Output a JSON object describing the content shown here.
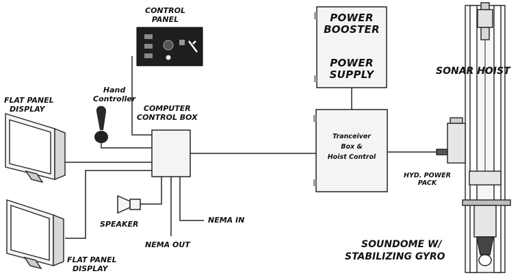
{
  "labels": {
    "control_panel": [
      "CONTROL",
      "PANEL"
    ],
    "hand_controller": [
      "Hand",
      "Controller"
    ],
    "computer_control_box": [
      "COMPUTER",
      "CONTROL BOX"
    ],
    "flat_panel_display_top": [
      "FLAT PANEL",
      "DISPLAY"
    ],
    "flat_panel_display_bottom": [
      "FLAT PANEL",
      "DISPLAY"
    ],
    "speaker": "SPEAKER",
    "nema_out": "NEMA OUT",
    "nema_in": "NEMA IN",
    "power_booster": [
      "POWER",
      "BOOSTER"
    ],
    "power_supply": [
      "POWER",
      "SUPPLY"
    ],
    "transceiver": [
      "Tranceiver",
      "Box &",
      "Hoist Control"
    ],
    "sonar_hoist": "SONAR HOIST",
    "hyd_power_pack": [
      "HYD. POWER",
      "PACK"
    ],
    "soundome": [
      "SOUNDOME W/",
      "STABILIZING GYRO"
    ]
  },
  "colors": {
    "line": "#222222",
    "panel_dark": "#1e1e1e",
    "component_fill": "#f4f4f4"
  }
}
